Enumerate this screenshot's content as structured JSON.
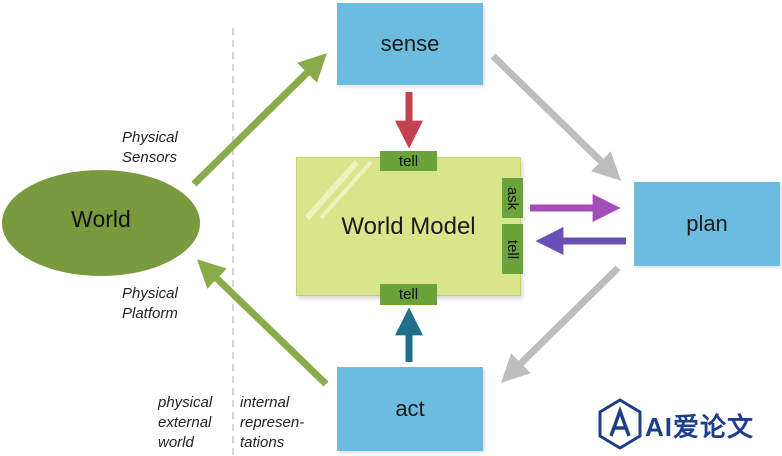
{
  "nodes": {
    "world": "World",
    "sense": "sense",
    "plan": "plan",
    "act": "act",
    "world_model": "World Model"
  },
  "tags": {
    "top": "tell",
    "bottom": "tell",
    "ask": "ask",
    "right_tell": "tell"
  },
  "labels": {
    "physical_sensors": "Physical\nSensors",
    "physical_platform": "Physical\nPlatform",
    "physical_external_world": "physical\nexternal\nworld",
    "internal_representations": "internal\nrepresen-\ntations"
  },
  "watermark": "AI爱论文",
  "colors": {
    "box_blue": "#6bbcdf",
    "world_green": "#7a9a3e",
    "model_yellow": "#d9e58a",
    "tag_green": "#6aa33a",
    "arrow_green": "#8aab4a",
    "arrow_gray": "#bdbdbd",
    "arrow_red": "#c5414f",
    "arrow_purple": "#a24fb5",
    "arrow_violet": "#6a4fb5",
    "arrow_teal": "#1f6f8b"
  }
}
